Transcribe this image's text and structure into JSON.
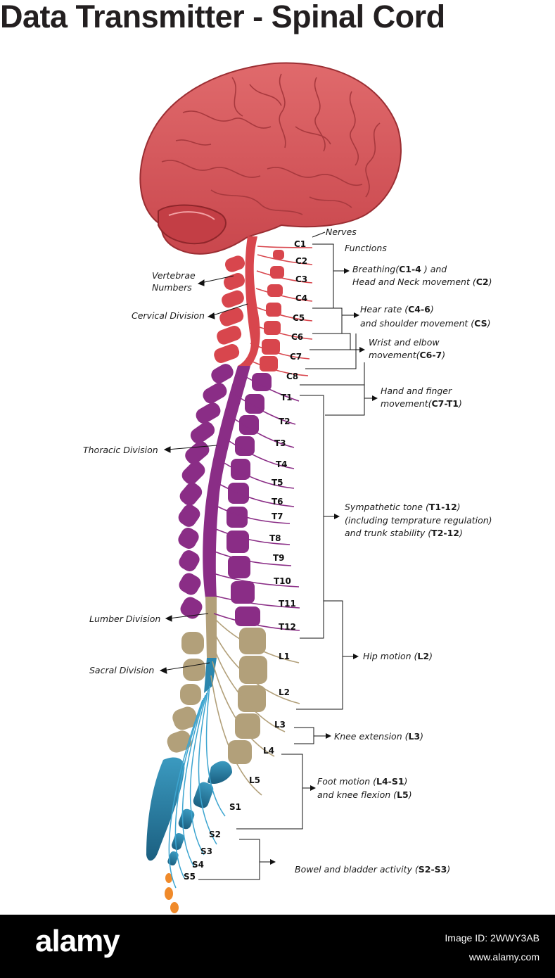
{
  "title": "Data Transmitter - Spinal Cord",
  "labels": {
    "nerves": "Nerves",
    "functions": "Functions",
    "vertebrae_numbers_1": "Vertebrae",
    "vertebrae_numbers_2": "Numbers",
    "cervical": "Cervical Division",
    "thoracic": "Thoracic Division",
    "lumber": "Lumber Division",
    "sacral": "Sacral Division"
  },
  "segments": [
    "C1",
    "C2",
    "C3",
    "C4",
    "C5",
    "C6",
    "C7",
    "C8",
    "T1",
    "T2",
    "T3",
    "T4",
    "T5",
    "T6",
    "T7",
    "T8",
    "T9",
    "T10",
    "T11",
    "T12",
    "L1",
    "L2",
    "L3",
    "L4",
    "L5",
    "S1",
    "S2",
    "S3",
    "S4",
    "S5"
  ],
  "functions": {
    "breathing_a": "Breathing(",
    "breathing_b": "C1-4",
    "breathing_c": " ) and",
    "breathing_d": "Head and Neck movement (",
    "breathing_e": "C2",
    "breathing_f": ")",
    "hear_a": "Hear rate (",
    "hear_b": "C4-6",
    "hear_c": ")",
    "hear_d": "and shoulder movement (",
    "hear_e": "CS",
    "hear_f": ")",
    "wrist_a": "Wrist and elbow",
    "wrist_b": "movement(",
    "wrist_c": "C6-7",
    "wrist_d": ")",
    "hand_a": "Hand and finger",
    "hand_b": "movement(",
    "hand_c": "C7-T1",
    "hand_d": ")",
    "symp_a": "Sympathetic tone (",
    "symp_b": "T1-12",
    "symp_c": ")",
    "symp_d": "(including temprature regulation)",
    "symp_e": "and trunk stability (",
    "symp_f": "T2-12",
    "symp_g": ")",
    "hip_a": "Hip motion (",
    "hip_b": "L2",
    "hip_c": ")",
    "knee_a": "Knee extension (",
    "knee_b": "L3",
    "knee_c": ")",
    "foot_a": "Foot motion (",
    "foot_b": "L4-S1",
    "foot_c": ")",
    "foot_d": "and knee flexion (",
    "foot_e": "L5",
    "foot_f": ")",
    "bowel_a": "Bowel and bladder activity (",
    "bowel_b": "S2-S3",
    "bowel_c": ")"
  },
  "watermark": {
    "logo": "alamy",
    "image_id": "Image ID: 2WWY3AB",
    "site": "www.alamy.com"
  },
  "colors": {
    "brain": "#d6555a",
    "cervical": "#d8464d",
    "thoracic": "#8a2d86",
    "lumbar": "#b2a07a",
    "sacral": "#2b86ad",
    "coccyx": "#f08a2a"
  }
}
